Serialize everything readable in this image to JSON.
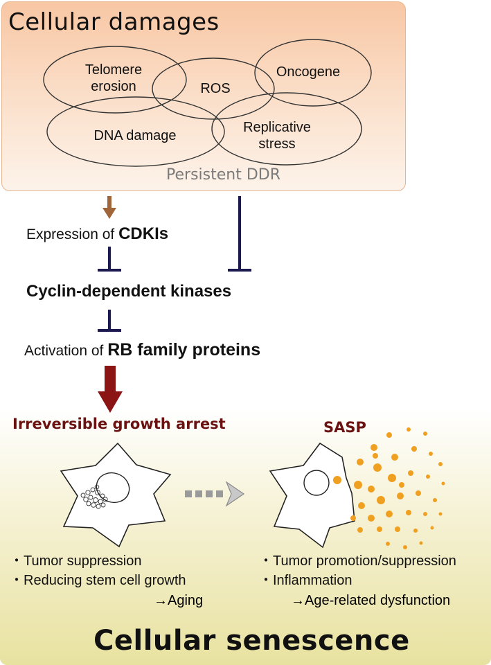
{
  "header": {
    "title": "Cellular damages",
    "ddr_label": "Persistent DDR"
  },
  "damages": {
    "telomere_line1": "Telomere",
    "telomere_line2": "erosion",
    "ros": "ROS",
    "oncogene": "Oncogene",
    "dna_damage": "DNA damage",
    "replicative_line1": "Replicative",
    "replicative_line2": "stress"
  },
  "pathway": {
    "cdki_prefix": "Expression of ",
    "cdki_bold": "CDKIs",
    "cdk": "Cyclin-dependent kinases",
    "rb_prefix": "Activation of ",
    "rb_bold": "RB family proteins"
  },
  "outcomes": {
    "growth_arrest": "Irreversible growth arrest",
    "sasp": "SASP",
    "left_bullets": [
      "Tumor suppression",
      "Reducing stem cell growth"
    ],
    "left_result": "→Aging",
    "right_bullets": [
      "Tumor promotion/suppression",
      "Inflammation"
    ],
    "right_result": "→Age-related dysfunction"
  },
  "footer": {
    "title": "Cellular senescence"
  },
  "colors": {
    "brown_arrow": "#a0663a",
    "inhibit": "#1c1850",
    "dark_red_arrow": "#8b1414",
    "sasp_dots": "#f0a020",
    "gray_arrow": "#9a9a9a"
  }
}
